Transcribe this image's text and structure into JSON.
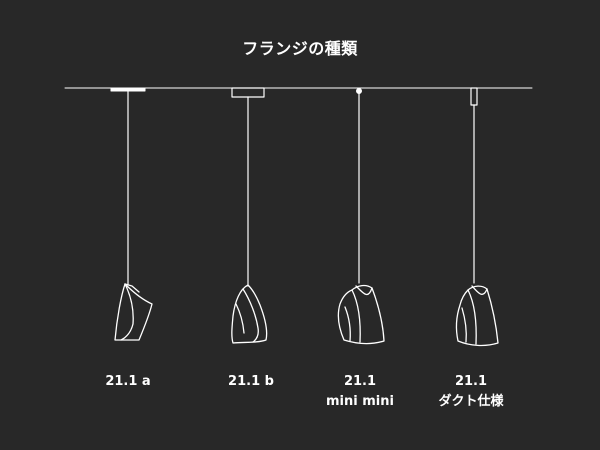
{
  "title": "フランジの種類",
  "colors": {
    "background": "#282828",
    "line": "#ffffff"
  },
  "pendants": [
    {
      "label_line1": "21.1 a",
      "label_line2": "",
      "flange": "flat-plate"
    },
    {
      "label_line1": "21.1 b",
      "label_line2": "",
      "flange": "box"
    },
    {
      "label_line1": "21.1",
      "label_line2": "mini mini",
      "flange": "small-point"
    },
    {
      "label_line1": "21.1",
      "label_line2": "ダクト仕様",
      "flange": "duct-adapter"
    }
  ]
}
